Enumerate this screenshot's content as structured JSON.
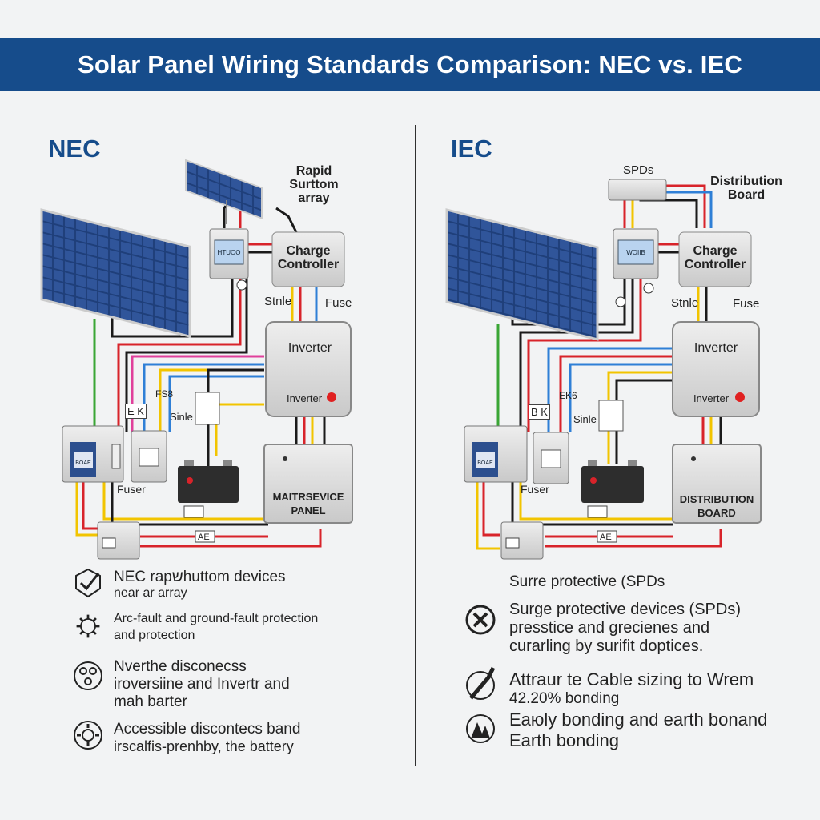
{
  "title": "Solar Panel Wiring Standards Comparison: NEC vs. IEC",
  "nec": {
    "heading": "NEC",
    "labels": {
      "rapid": "Rapid Surttom array",
      "charge_controller": "Charge Controller",
      "stnle": "Stnle",
      "fuse": "Fuse",
      "inverter": "Inverter",
      "inverter_led": "Inverter",
      "ek": "E K",
      "fs8": "FS8",
      "sinle": "Sinle",
      "fuser": "Fuser",
      "panel": "MAITRSEVICE PANEL",
      "meter_text": "HTUOO",
      "breaker_text": "BOAE",
      "ae": "AE"
    },
    "notes": [
      {
        "icon": "checkmark-badge-icon",
        "line1": "NEC rapשhuttom devices",
        "line2": "near ar array"
      },
      {
        "icon": "gear-shield-icon",
        "line1": "Arc-fault and ground-fault protection",
        "line2": "and protection"
      },
      {
        "icon": "connector-nodes-icon",
        "line1": "Nverthe disconecss",
        "line2": "iroversiine and Invertr and",
        "line3": "mah barter"
      },
      {
        "icon": "gear-plug-icon",
        "line1": "Accessible disconteсs band",
        "line2": "irscalfis-prenhby, the battery"
      }
    ]
  },
  "iec": {
    "heading": "IEC",
    "labels": {
      "spds": "SPDs",
      "distribution": "Distribution Board",
      "charge_controller": "Charge Controller",
      "stnle": "Stnle",
      "fuse": "Fuse",
      "inverter": "Inverter",
      "inverter_led": "Inverter",
      "bk": "B K",
      "ek6": "EK6",
      "sinle": "Sinle",
      "fuser": "Fuser",
      "board": "DISTRIBUTION BOARD",
      "meter_text": "WOIIB",
      "breaker_text": "BOAE",
      "ae": "AE"
    },
    "notes": [
      {
        "icon": "",
        "line1": "Surre protective (SPDs"
      },
      {
        "icon": "x-circle-icon",
        "line1": "Surge protective devices (SPDs)",
        "line2": "presstice and grecienes and",
        "line3": "curarling by surifit doptices."
      },
      {
        "icon": "cable-tool-icon",
        "line1": "Attraur te Cable sizing to Wrem",
        "line2": "42.20% bonding"
      },
      {
        "icon": "earth-bonding-icon",
        "line1": "Eaюly bonding and earth bonand",
        "line2": "Earth bonding"
      }
    ]
  },
  "colors": {
    "header": "#164c8b",
    "heading": "#164c8b",
    "wire_red": "#d8232a",
    "wire_black": "#1a1a1a",
    "wire_yellow": "#f2c400",
    "wire_blue": "#2f7fd6",
    "wire_green": "#3aa635",
    "wire_pink": "#e0409b",
    "panel_blue": "#2c4f8e"
  }
}
